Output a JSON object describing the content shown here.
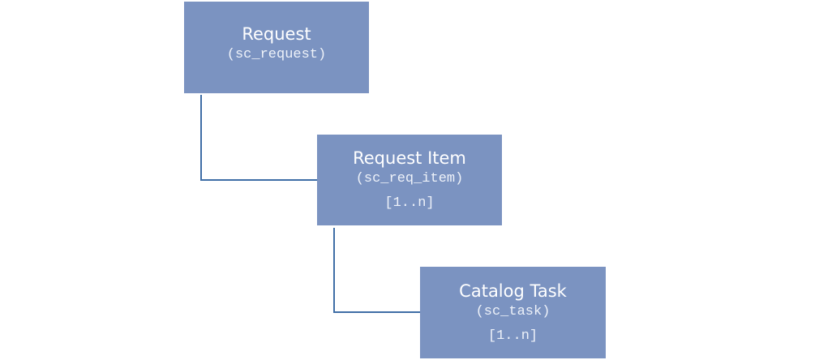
{
  "diagram": {
    "nodes": [
      {
        "id": "request",
        "title": "Request",
        "table": "(sc_request)",
        "cardinality": ""
      },
      {
        "id": "request-item",
        "title": "Request Item",
        "table": "(sc_req_item)",
        "cardinality": "[1..n]"
      },
      {
        "id": "catalog-task",
        "title": "Catalog Task",
        "table": "(sc_task)",
        "cardinality": "[1..n]"
      }
    ],
    "edges": [
      {
        "from": "request",
        "to": "request-item"
      },
      {
        "from": "request-item",
        "to": "catalog-task"
      }
    ],
    "colors": {
      "node_fill": "#7b93c1",
      "connector": "#3f6ea6",
      "text": "#ffffff"
    }
  }
}
